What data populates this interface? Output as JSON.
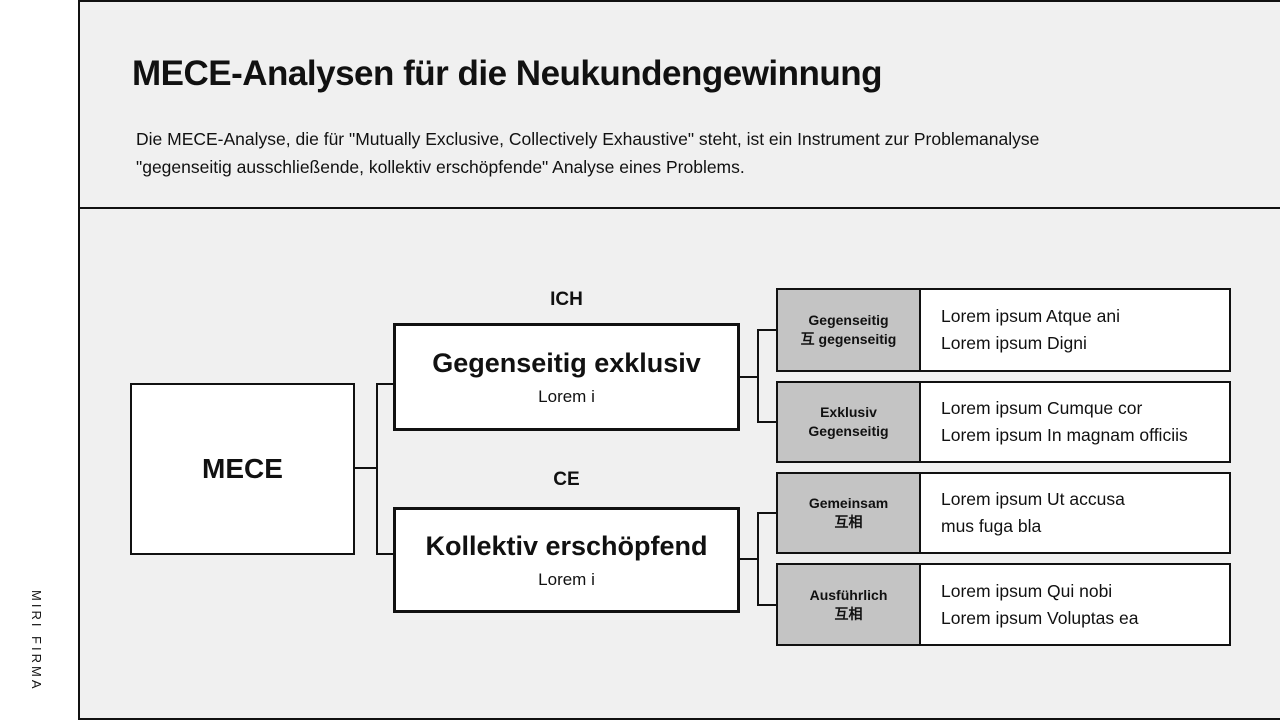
{
  "header": {
    "title": "MECE-Analysen für die Neukundengewinnung",
    "subtitle_lines": [
      "Die MECE-Analyse, die für \"Mutually Exclusive, Collectively Exhaustive\" steht, ist ein Instrument zur Problemanalyse",
      "\"gegenseitig ausschließende, kollektiv erschöpfende\" Analyse eines Problems."
    ]
  },
  "sidebar": {
    "brand": "MIRI FIRMA"
  },
  "diagram": {
    "root": {
      "label": "MECE"
    },
    "branches": [
      {
        "tag": "ICH",
        "title": "Gegenseitig exklusiv",
        "subtitle": "Lorem i"
      },
      {
        "tag": "CE",
        "title": "Kollektiv erschöpfend",
        "subtitle": "Lorem i"
      }
    ],
    "leaves": [
      {
        "label_line1": "Gegenseitig",
        "label_line2": "互 gegenseitig",
        "text_line1": "Lorem ipsum Atque ani",
        "text_line2": "Lorem ipsum Digni"
      },
      {
        "label_line1": "Exklusiv",
        "label_line2": "Gegenseitig",
        "text_line1": "Lorem ipsum Cumque cor",
        "text_line2": "Lorem ipsum In magnam officiis"
      },
      {
        "label_line1": "Gemeinsam",
        "label_line2": "互相",
        "text_line1": "Lorem ipsum Ut accusa",
        "text_line2": "mus fuga bla"
      },
      {
        "label_line1": "Ausführlich",
        "label_line2": "互相",
        "text_line1": "Lorem ipsum Qui nobi",
        "text_line2": "Lorem ipsum Voluptas ea"
      }
    ]
  },
  "colors": {
    "background": "#f0f0f0",
    "sidebar": "#ffffff",
    "line": "#111111",
    "leaf_label_bg": "#c4c4c4",
    "box_bg": "#ffffff"
  }
}
